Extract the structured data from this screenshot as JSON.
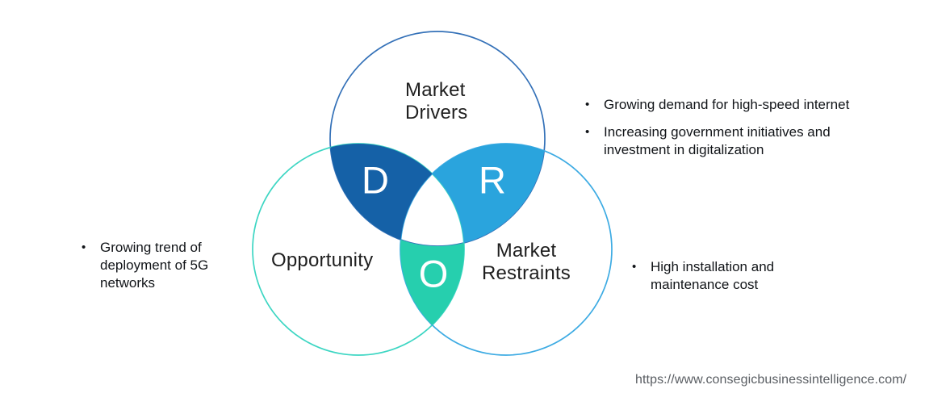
{
  "venn": {
    "circles": [
      {
        "label": "Market Drivers",
        "stroke_color": "#3471b8"
      },
      {
        "label": "Opportunity",
        "stroke_color": "#3dd6c3"
      },
      {
        "label": "Market Restraints",
        "stroke_color": "#3dabe3"
      }
    ],
    "regions": [
      {
        "letter": "D",
        "color": "#1561a7"
      },
      {
        "letter": "R",
        "color": "#2aa4dd"
      },
      {
        "letter": "O",
        "color": "#26cfae"
      }
    ]
  },
  "bullets": {
    "marker": "•",
    "drivers": [
      "Growing demand for high-speed internet",
      "Increasing government initiatives and investment in digitalization"
    ],
    "opportunity": [
      "Growing trend of deployment of 5G networks"
    ],
    "restraints": [
      "High installation and maintenance cost"
    ]
  },
  "footer": {
    "url": "https://www.consegicbusinessintelligence.com/"
  }
}
